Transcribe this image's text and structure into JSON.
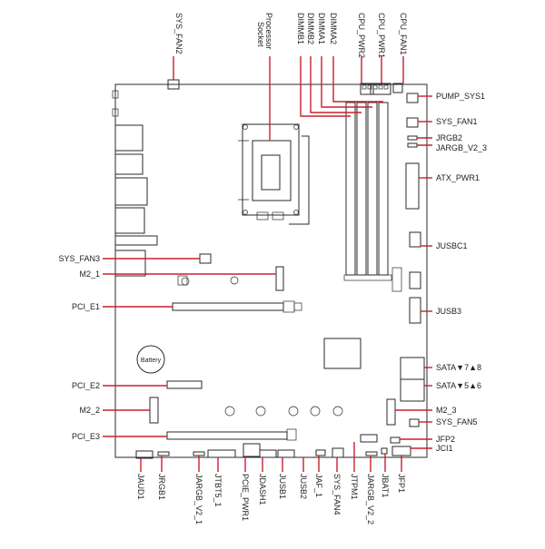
{
  "colors": {
    "callout": "#c8202e",
    "outline": "#2a2a2a",
    "background": "#ffffff"
  },
  "battery_label": "Battery",
  "labels": {
    "top": [
      {
        "id": "SYS_FAN2",
        "text": "SYS_FAN2"
      },
      {
        "id": "PROCESSOR_SOCKET",
        "lines": [
          "Processor",
          "Socket"
        ]
      },
      {
        "id": "DIMMB1",
        "text": "DIMMB1"
      },
      {
        "id": "DIMMB2",
        "text": "DIMMB2"
      },
      {
        "id": "DIMMA1",
        "text": "DIMMA1"
      },
      {
        "id": "DIMMA2",
        "text": "DIMMA2"
      },
      {
        "id": "CPU_PWR2",
        "text": "CPU_PWR2"
      },
      {
        "id": "CPU_PWR1",
        "text": "CPU_PWR1"
      },
      {
        "id": "CPU_FAN1",
        "text": "CPU_FAN1"
      }
    ],
    "right": [
      {
        "id": "PUMP_SYS1",
        "text": "PUMP_SYS1"
      },
      {
        "id": "SYS_FAN1",
        "text": "SYS_FAN1"
      },
      {
        "id": "JRGB2",
        "text": "JRGB2"
      },
      {
        "id": "JARGB_V2_3",
        "text": "JARGB_V2_3"
      },
      {
        "id": "ATX_PWR1",
        "text": "ATX_PWR1"
      },
      {
        "id": "JUSBC1",
        "text": "JUSBC1"
      },
      {
        "id": "JUSB3",
        "text": "JUSB3"
      },
      {
        "id": "SATA78",
        "text": "SATA▼7▲8"
      },
      {
        "id": "SATA56",
        "text": "SATA▼5▲6"
      },
      {
        "id": "M2_3",
        "text": "M2_3"
      },
      {
        "id": "SYS_FAN5",
        "text": "SYS_FAN5"
      },
      {
        "id": "JFP2",
        "text": "JFP2"
      },
      {
        "id": "JCI1",
        "text": "JCI1"
      }
    ],
    "left": [
      {
        "id": "SYS_FAN3",
        "text": "SYS_FAN3"
      },
      {
        "id": "M2_1",
        "text": "M2_1"
      },
      {
        "id": "PCI_E1",
        "text": "PCI_E1"
      },
      {
        "id": "PCI_E2",
        "text": "PCI_E2"
      },
      {
        "id": "M2_2",
        "text": "M2_2"
      },
      {
        "id": "PCI_E3",
        "text": "PCI_E3"
      }
    ],
    "bottom": [
      {
        "id": "JAUD1",
        "text": "JAUD1"
      },
      {
        "id": "JRGB1",
        "text": "JRGB1"
      },
      {
        "id": "JARGB_V2_1",
        "text": "JARGB_V2_1"
      },
      {
        "id": "JTBT5_1",
        "text": "JTBT5_1"
      },
      {
        "id": "PCIE_PWR1",
        "text": "PCIE_PWR1"
      },
      {
        "id": "JDASH1",
        "text": "JDASH1"
      },
      {
        "id": "JUSB1",
        "text": "JUSB1"
      },
      {
        "id": "JUSB2",
        "text": "JUSB2"
      },
      {
        "id": "JAF_1",
        "text": "JAF_1"
      },
      {
        "id": "SYS_FAN4",
        "text": "SYS_FAN4"
      },
      {
        "id": "JTPM1",
        "text": "JTPM1"
      },
      {
        "id": "JARGB_V2_2",
        "text": "JARGB_V2_2"
      },
      {
        "id": "JBAT1",
        "text": "JBAT1"
      },
      {
        "id": "JFP1",
        "text": "JFP1"
      }
    ]
  }
}
